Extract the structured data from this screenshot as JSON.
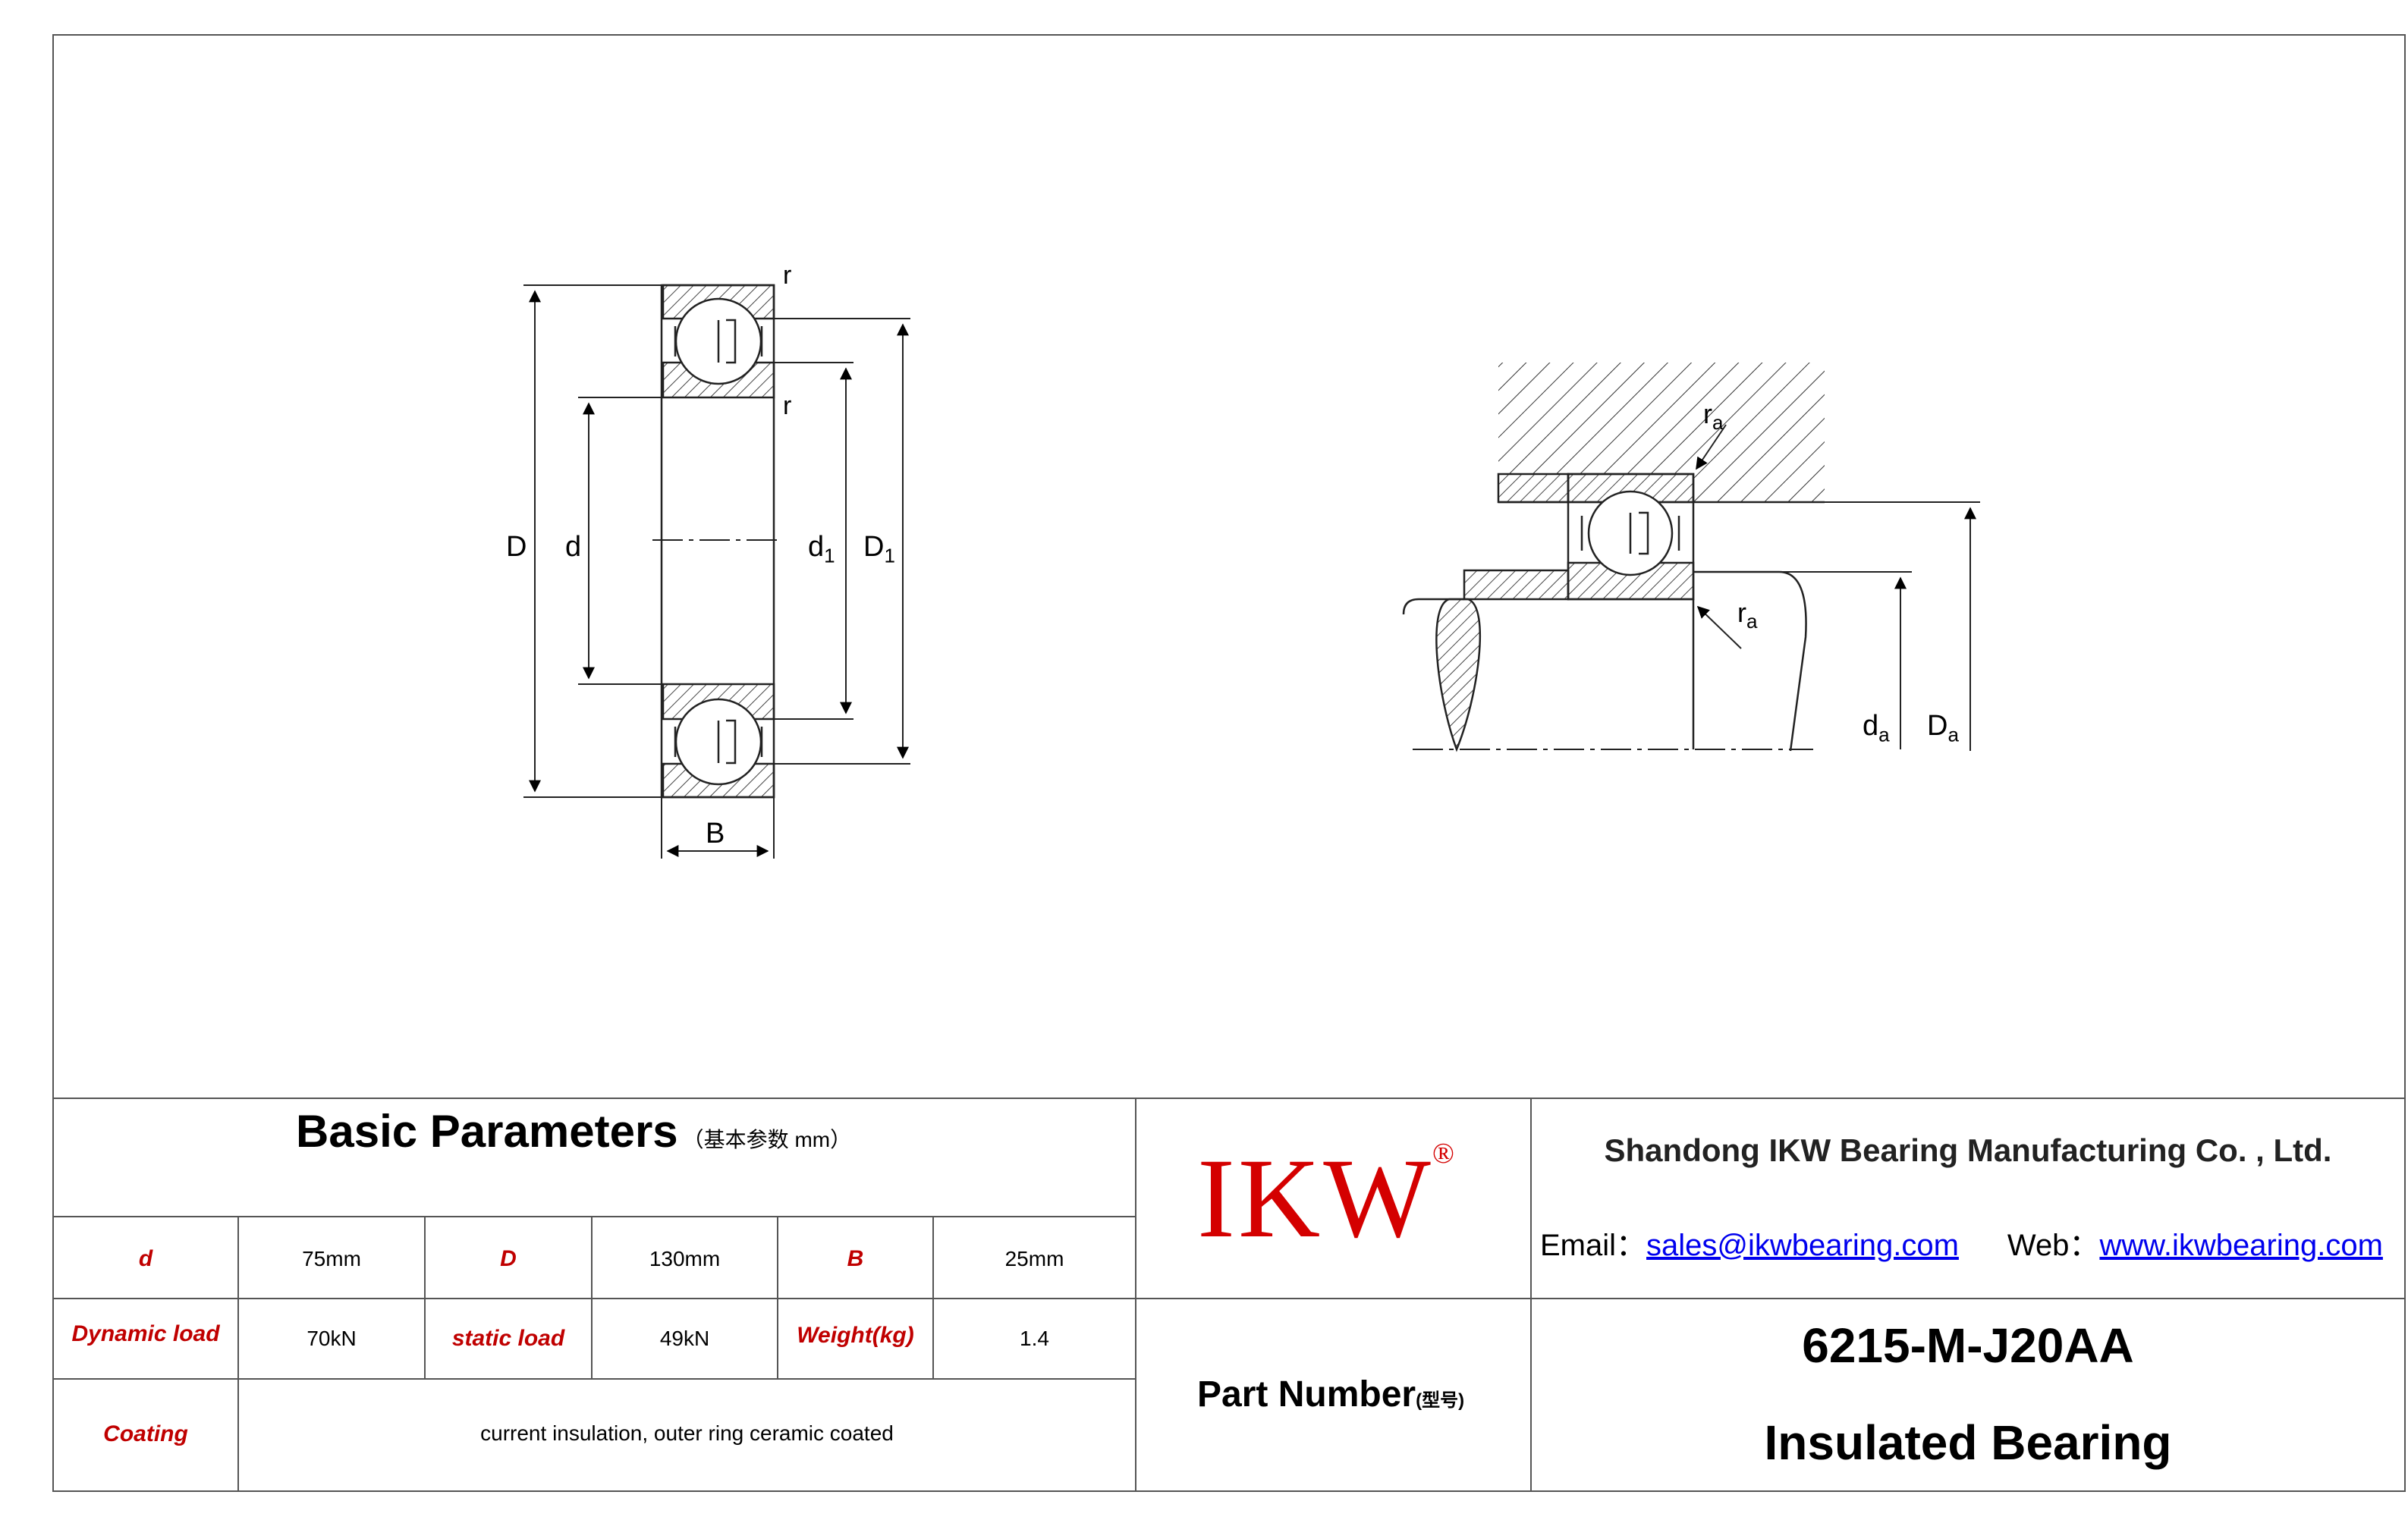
{
  "drawing": {
    "left": {
      "labels": {
        "D": "D",
        "d": "d",
        "d1": "d",
        "d1_sub": "1",
        "D1": "D",
        "D1_sub": "1",
        "B": "B",
        "r_top": "r",
        "r_mid": "r"
      }
    },
    "right": {
      "labels": {
        "ra_top": "r",
        "ra_top_sub": "a",
        "ra_bot": "r",
        "ra_bot_sub": "a",
        "da": "d",
        "da_sub": "a",
        "Da": "D",
        "Da_sub": "a"
      }
    }
  },
  "params": {
    "title": "Basic Parameters",
    "title_note": "（基本参数 mm）",
    "row1": [
      {
        "label": "d",
        "value": "75mm"
      },
      {
        "label": "D",
        "value": "130mm"
      },
      {
        "label": "B",
        "value": "25mm"
      }
    ],
    "row2": [
      {
        "label": "Dynamic load",
        "value": "70kN"
      },
      {
        "label": "static load",
        "value": "49kN"
      },
      {
        "label": "Weight(kg)",
        "value": "1.4"
      }
    ],
    "row3": {
      "label": "Coating",
      "value": "current insulation, outer ring ceramic coated"
    }
  },
  "brand": {
    "logo": "IKW",
    "registered": "®",
    "part_number_label": "Part Number",
    "part_number_note": "(型号)"
  },
  "company": {
    "name": "Shandong IKW Bearing Manufacturing Co. , Ltd.",
    "email_label": "Email：",
    "email": "sales@ikwbearing.com",
    "web_label": "Web：",
    "web": "www.ikwbearing.com"
  },
  "product": {
    "part_number": "6215-M-J20AA",
    "type": "Insulated Bearing"
  },
  "colors": {
    "logo_red": "#d40000",
    "label_red": "#c00000",
    "link_blue": "#0000ee",
    "line": "#333333"
  }
}
